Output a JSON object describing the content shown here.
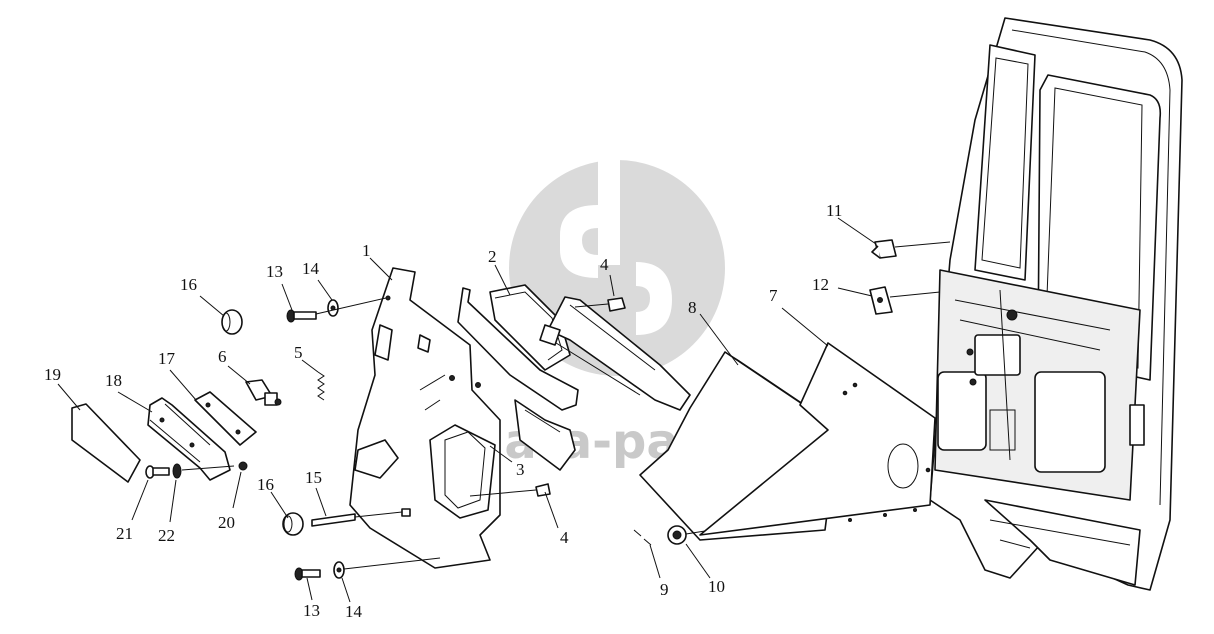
{
  "watermark": {
    "text": "data-parts",
    "icon": "data-parts-logo-icon",
    "color": "#c9c9c9"
  },
  "callouts": {
    "c1": "1",
    "c2": "2",
    "c3": "3",
    "c4a": "4",
    "c4b": "4",
    "c5": "5",
    "c6": "6",
    "c7": "7",
    "c8": "8",
    "c9": "9",
    "c10": "10",
    "c11": "11",
    "c12": "12",
    "c13a": "13",
    "c13b": "13",
    "c14a": "14",
    "c14b": "14",
    "c15": "15",
    "c16a": "16",
    "c16b": "16",
    "c17": "17",
    "c18": "18",
    "c19": "19",
    "c20": "20",
    "c21": "21",
    "c22": "22"
  }
}
